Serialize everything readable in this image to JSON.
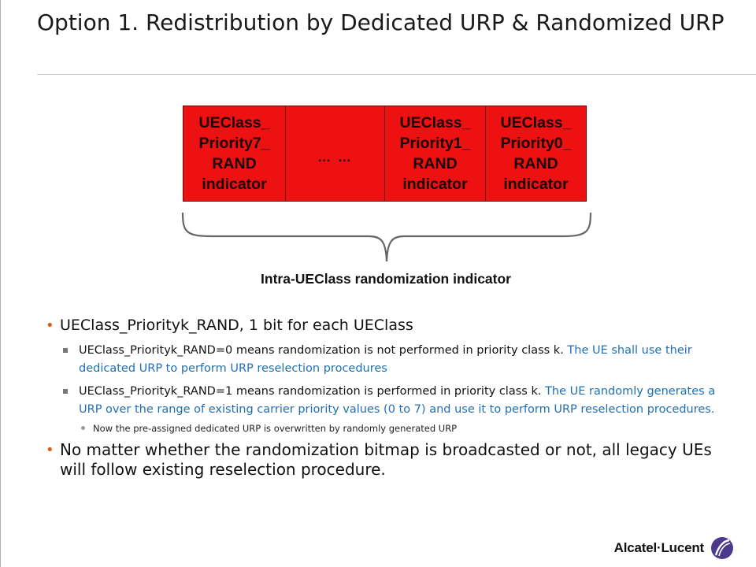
{
  "slide": {
    "title": "Option 1. Redistribution by Dedicated URP & Randomized URP"
  },
  "diagram": {
    "cells": [
      "UEClass_\nPriority7_\nRAND\nindicator",
      "… …",
      "UEClass_\nPriority1_\nRAND\nindicator",
      "UEClass_\nPriority0_\nRAND\nindicator"
    ],
    "brace_label": "Intra-UEClass  randomization indicator",
    "colors": {
      "cell_fill": "#ee1111",
      "cell_border": "#7a0000"
    }
  },
  "bullets": {
    "b1": "UEClass_Priorityk_RAND, 1 bit for each UEClass",
    "sub1_black": "UEClass_Priorityk_RAND=0  means  randomization  is  not  performed  in  priority  class  k. ",
    "sub1_blue": "The  UE  shall  use  their  dedicated  URP  to  perform  URP  reselection  procedures",
    "sub2_black": "UEClass_Priorityk_RAND=1  means  randomization  is  performed  in  priority  class  k. ",
    "sub2_blue": "The  UE  randomly  generates  a  URP  over  the  range  of  existing   carrier  priority  values  (0  to  7)  and  use  it  to  perform  URP  reselection  procedures.",
    "subsub": "Now the pre-assigned  dedicated URP is overwritten by randomly generated URP",
    "b2": "No matter whether the randomization bitmap is broadcasted or not, all legacy UEs will follow existing reselection procedure.",
    "colors": {
      "bullet": "#e05a1a",
      "blue_text": "#1f6fb5"
    }
  },
  "footer": {
    "logo_text": "Alcatel·Lucent"
  }
}
